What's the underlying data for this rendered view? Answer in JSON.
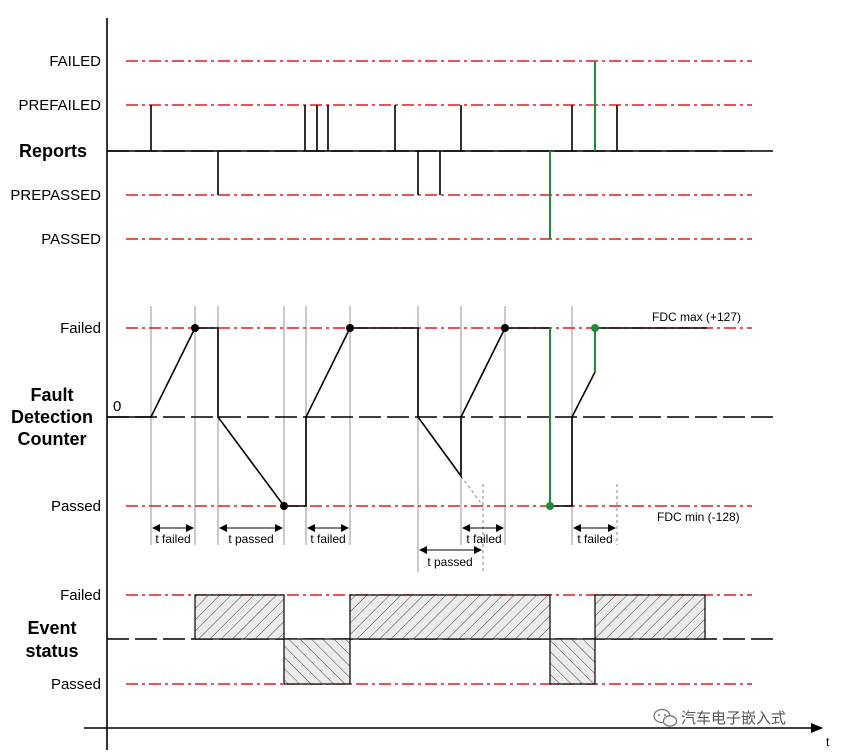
{
  "reports": {
    "title": "Reports",
    "levels": [
      "FAILED",
      "PREFAILED",
      "PREPASSED",
      "PASSED"
    ]
  },
  "counter": {
    "title_line1": "Fault",
    "title_line2": "Detection",
    "title_line3": "Counter",
    "failed": "Failed",
    "passed": "Passed",
    "zero": "0",
    "fdc_max": "FDC max (+127)",
    "fdc_min": "FDC min (-128)"
  },
  "timings": {
    "t_failed": "t failed",
    "t_passed": "t passed"
  },
  "event": {
    "title_line1": "Event",
    "title_line2": "status",
    "failed": "Failed",
    "passed": "Passed"
  },
  "axis": {
    "time": "t"
  },
  "watermark": {
    "text": "汽车电子嵌入式"
  },
  "colors": {
    "threshold": "#e31b1b",
    "highlight": "#1f8a3a",
    "guide": "#bdbdbd"
  }
}
